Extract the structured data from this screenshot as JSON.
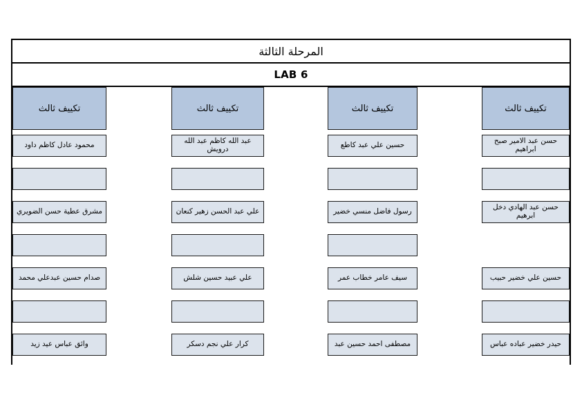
{
  "document": {
    "stage_title": "المرحلة الثالثة",
    "lab_title": "LAB 6"
  },
  "colors": {
    "header_fill": "#b4c6de",
    "cell_fill": "#dce3ec",
    "border": "#1a1a1a",
    "page_background": "#ffffff"
  },
  "columns": [
    {
      "header": "تكييف ثالث",
      "cells": [
        {
          "text": "محمود عادل كاظم داود",
          "filled": true
        },
        {
          "text": "",
          "filled": true
        },
        {
          "text": "مشرق عطية حسن الضويري",
          "filled": true
        },
        {
          "text": "",
          "filled": true
        },
        {
          "text": "صدام حسين عبدعلي محمد",
          "filled": true
        },
        {
          "text": "",
          "filled": true
        },
        {
          "text": "وائق عباس عيد زيد",
          "filled": true
        }
      ]
    },
    {
      "header": "تكييف ثالث",
      "cells": [
        {
          "text": "عبد الله كاظم عبد الله درويش",
          "filled": true
        },
        {
          "text": "",
          "filled": true
        },
        {
          "text": "علي عبد الحسن زهير كنعان",
          "filled": true
        },
        {
          "text": "",
          "filled": true
        },
        {
          "text": "علي عبيد حسين شلش",
          "filled": true
        },
        {
          "text": "",
          "filled": true
        },
        {
          "text": "كرار علي نجم دسكر",
          "filled": true
        }
      ]
    },
    {
      "header": "تكييف ثالث",
      "cells": [
        {
          "text": "حسين علي عبد كاطع",
          "filled": true
        },
        {
          "text": "",
          "filled": true
        },
        {
          "text": "رسول فاضل منسي خضير",
          "filled": true
        },
        {
          "text": "",
          "filled": true
        },
        {
          "text": "سيف عامر خطاب عمر",
          "filled": true
        },
        {
          "text": "",
          "filled": true
        },
        {
          "text": "مصطفى احمد حسين عبد",
          "filled": true
        }
      ]
    },
    {
      "header": "تكييف ثالث",
      "cells": [
        {
          "text": "حسن عبد الامير صبح ابراهيم",
          "filled": true
        },
        {
          "text": "",
          "filled": true
        },
        {
          "text": "حسن عبد الهادي دخل ابرهيم",
          "filled": true
        },
        {
          "text": "",
          "filled": false
        },
        {
          "text": "حسين علي خضير حبيب",
          "filled": true
        },
        {
          "text": "",
          "filled": true
        },
        {
          "text": "حيدر خضير عباده عباس",
          "filled": true
        }
      ]
    }
  ]
}
